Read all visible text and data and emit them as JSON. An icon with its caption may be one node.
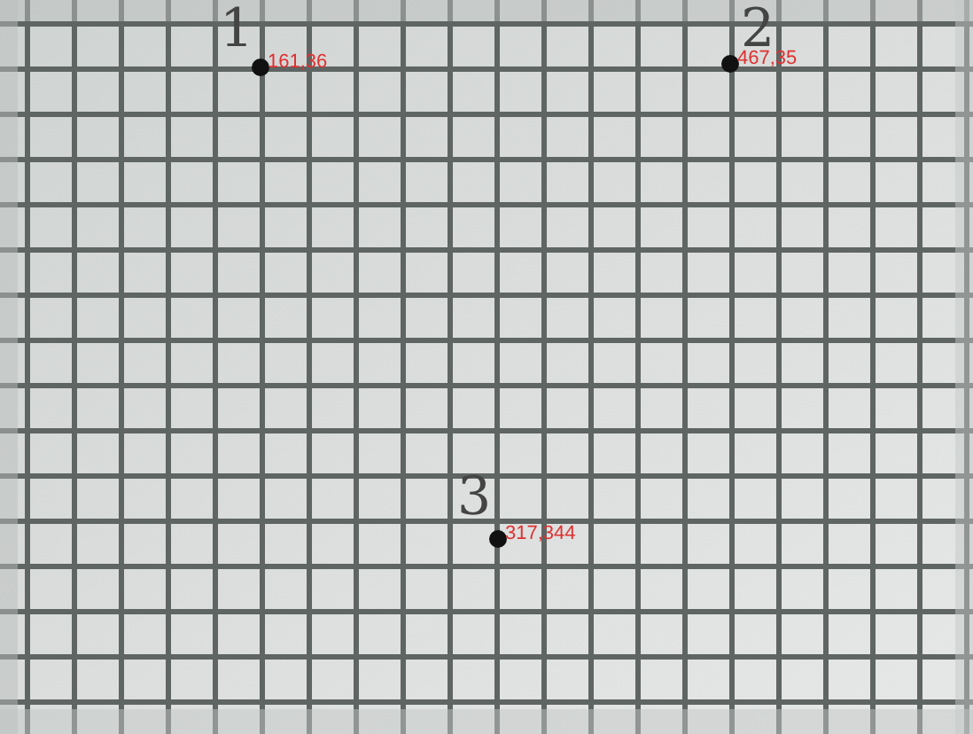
{
  "diagram": {
    "labels": [
      "1",
      "161,36",
      "2",
      "467,35",
      "3",
      "317,344"
    ]
  }
}
